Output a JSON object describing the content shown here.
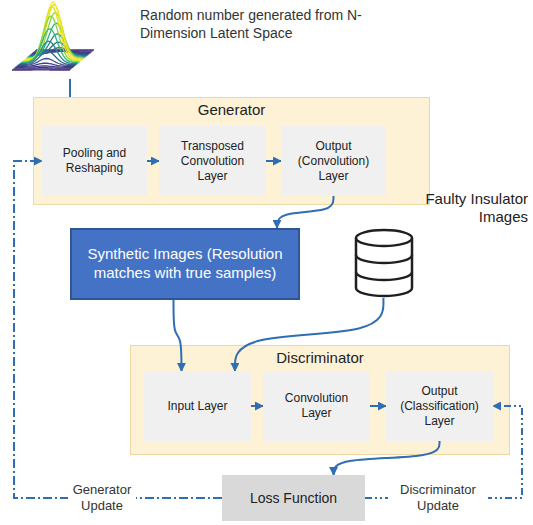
{
  "diagram": {
    "nodes": [
      {
        "text": [
          "Generator"
        ]
      },
      {
        "text": [
          "Pooling and Reshaping"
        ],
        "in": 0
      },
      {
        "text": [
          "Transposed Convolution Layer"
        ],
        "in": 0
      },
      {
        "text": [
          "Output (Convolution) Layer"
        ],
        "in": 0
      },
      {
        "text": [
          "Synthetic Images (Resolution matches with true samples)"
        ]
      },
      {
        "text": [
          "Faulty Insulator Images"
        ]
      },
      {
        "text": [
          "Discriminator"
        ]
      },
      {
        "text": [
          "Input Layer"
        ],
        "in": 6
      },
      {
        "text": [
          "Convolution Layer"
        ],
        "in": 6
      },
      {
        "text": [
          "Output (Classification) Layer"
        ],
        "in": 6
      },
      {
        "text": [
          "Loss Function"
        ]
      }
    ],
    "edges": [
      {
        "from": 1,
        "to": 2,
        "arrow": "to"
      },
      {
        "from": 2,
        "to": 3,
        "arrow": "to"
      },
      {
        "from": 3,
        "to": 4,
        "arrow": "to"
      },
      {
        "from": 4,
        "to": 7,
        "arrow": "to"
      },
      {
        "from": 5,
        "to": 7,
        "arrow": "to"
      },
      {
        "from": 7,
        "to": 8,
        "arrow": "to"
      },
      {
        "from": 8,
        "to": 9,
        "arrow": "to"
      },
      {
        "from": 9,
        "to": 10,
        "arrow": "to"
      },
      {
        "from": 10,
        "to": 1,
        "label": "Generator Update",
        "arrow": "to"
      },
      {
        "from": 10,
        "to": 9,
        "label": "Discriminator Update",
        "arrow": "to"
      }
    ],
    "labels": [
      "Random number generated from N-Dimension Latent Space"
    ]
  }
}
